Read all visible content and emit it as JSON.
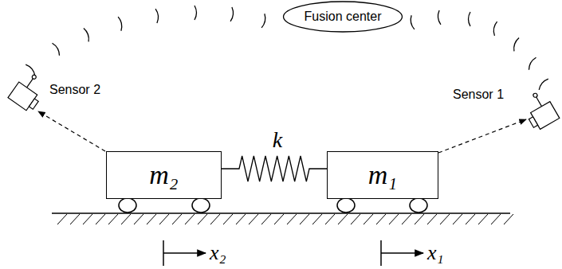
{
  "diagram": {
    "nodes": [
      {
        "text": [
          "Fusion center"
        ]
      },
      {
        "text": [
          "m₂"
        ]
      },
      {
        "text": [
          "m₁"
        ]
      }
    ],
    "edges": [
      {
        "from": 1,
        "to": 2,
        "arrow": "none",
        "label": "k"
      }
    ],
    "labels": [
      "Sensor 2",
      "Sensor 1",
      "x₂",
      "x₁"
    ]
  }
}
